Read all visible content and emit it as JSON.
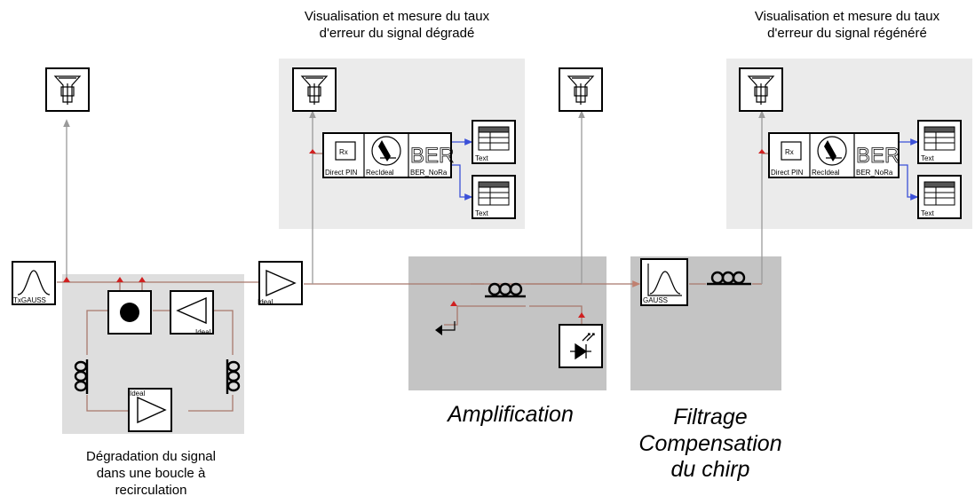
{
  "captions": {
    "degraded_line1": "Visualisation et mesure du taux",
    "degraded_line2": "d'erreur du signal dégradé",
    "regenerated_line1": "Visualisation et mesure du taux",
    "regenerated_line2": "d'erreur du signal régénéré",
    "loop_line1": "Dégradation du signal",
    "loop_line2": "dans une boucle à",
    "loop_line3": "recirculation",
    "amplification": "Amplification",
    "filter_line1": "Filtrage",
    "filter_line2": "Compensation",
    "filter_line3": "du chirp"
  },
  "component_labels": {
    "source": "TxGAUSS",
    "ideal": "Ideal",
    "rx": "Rx",
    "direct_pin": "Direct PIN",
    "recideal": "RecIdeal",
    "ber_nora": "BER_NoRa",
    "ber": "BER",
    "text": "Text",
    "gauss": "GAUSS"
  },
  "colors": {
    "wire": "#a8786c",
    "monitor_wire": "#9a9a9a",
    "data_wire": "#3b50d8",
    "marker": "#d02020"
  }
}
